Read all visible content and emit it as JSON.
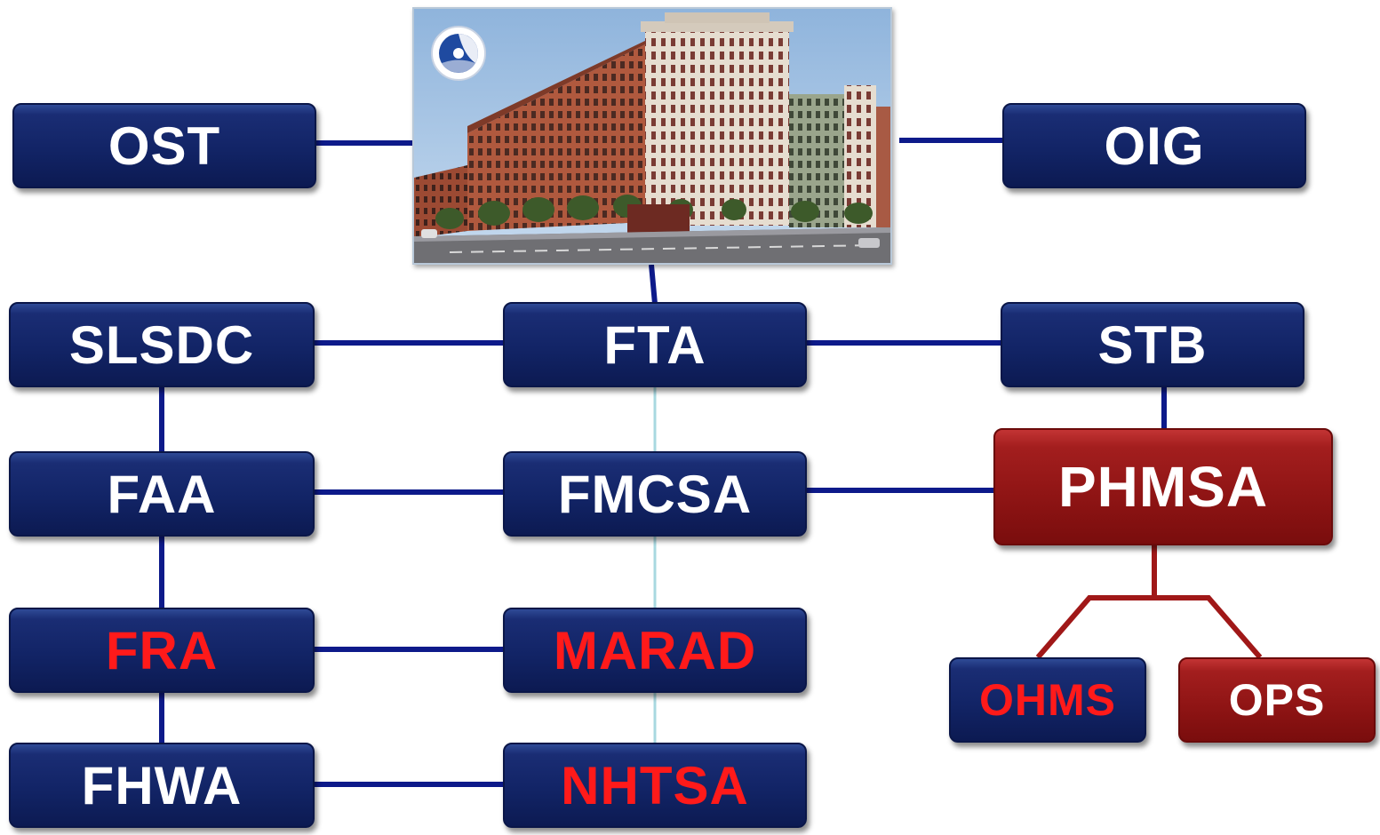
{
  "boxes": {
    "ost": "OST",
    "oig": "OIG",
    "slsdc": "SLSDC",
    "fta": "FTA",
    "stb": "STB",
    "faa": "FAA",
    "fmcsa": "FMCSA",
    "phmsa": "PHMSA",
    "fra": "FRA",
    "marad": "MARAD",
    "fhwa": "FHWA",
    "nhtsa": "NHTSA",
    "ohms": "OHMS",
    "ops": "OPS"
  },
  "colors": {
    "blue_box": "#122466",
    "red_box": "#8e1414",
    "red_text": "#ff1a1a",
    "connector_blue": "#0d1a8a",
    "connector_light": "#a8d8e0",
    "connector_red": "#a01818"
  },
  "photo": {
    "subject": "headquarters-building-photo",
    "emblem": "dot-seal-icon"
  }
}
